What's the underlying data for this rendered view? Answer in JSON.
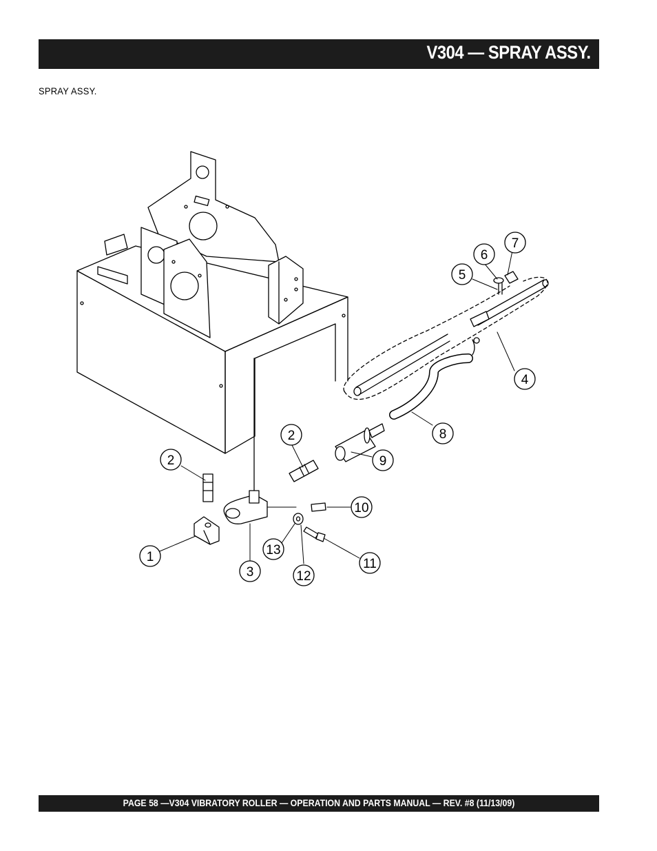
{
  "header": {
    "title": "V304 — SPRAY ASSY."
  },
  "section": {
    "subtitle": "SPRAY ASSY."
  },
  "diagram": {
    "callouts": [
      "7",
      "6",
      "5",
      "4",
      "8",
      "2",
      "9",
      "2",
      "10",
      "13",
      "11",
      "1",
      "3",
      "12"
    ]
  },
  "footer": {
    "text": "PAGE 58 —V304  VIBRATORY ROLLER  — OPERATION AND PARTS MANUAL — REV. #8 (11/13/09)"
  }
}
